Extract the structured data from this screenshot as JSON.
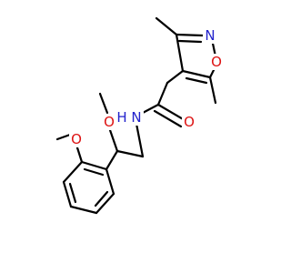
{
  "atoms": {
    "isoxazole_n": "N",
    "isoxazole_o": "O",
    "amide_o": "O",
    "amide_nh": "N",
    "amide_h": "H",
    "methoxy_o_chain": "O",
    "methoxy_o_ring": "O"
  },
  "colors": {
    "carbon_bond": "#000000",
    "nitrogen": "#2222cc",
    "oxygen": "#dd1111"
  }
}
